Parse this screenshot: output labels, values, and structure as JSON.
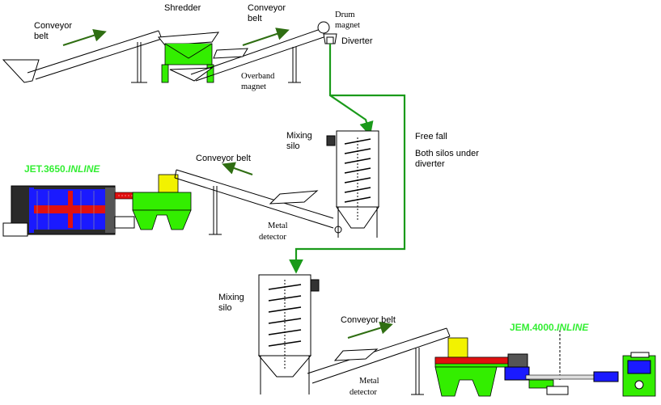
{
  "labels": {
    "conveyor_belt_top_left": [
      "Conveyor",
      "belt"
    ],
    "shredder": "Shredder",
    "conveyor_belt_top_mid": [
      "Conveyor",
      "belt"
    ],
    "drum_magnet": [
      "Drum",
      "magnet"
    ],
    "diverter": "Diverter",
    "overband_magnet": [
      "Overband",
      "magnet"
    ],
    "mixing_silo_mid": [
      "Mixing",
      "silo"
    ],
    "free_fall": "Free fall",
    "both_silos": [
      "Both silos under",
      "diverter"
    ],
    "conveyor_belt_mid": "Conveyor belt",
    "metal_detector_mid": [
      "Metal",
      "detector"
    ],
    "mixing_silo_bottom": [
      "Mixing",
      "silo"
    ],
    "conveyor_belt_bottom": "Conveyor belt",
    "metal_detector_bottom": [
      "Metal",
      "detector"
    ]
  },
  "machines": {
    "jet": {
      "code": "JET.3650.",
      "suffix": "INLINE"
    },
    "jem": {
      "code": "JEM.4000.",
      "suffix": "INLINE"
    }
  },
  "colors": {
    "machine_green": "#33ee00",
    "label_green": "#33ee33",
    "flow_line": "#1a9a1a",
    "arrow": "#2f6e12",
    "drum_blue": "#1a1aff",
    "heater_red": "#e01010",
    "feed_yellow": "#f2f200"
  }
}
